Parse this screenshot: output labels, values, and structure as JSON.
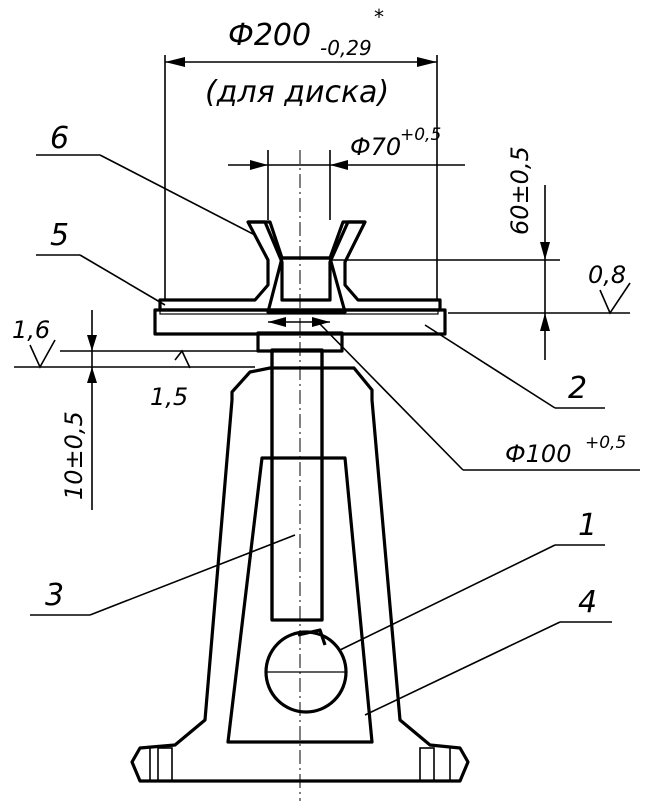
{
  "dimensions": {
    "d200_main": "Ф200",
    "d200_tol": "-0,29",
    "d200_mark": "*",
    "d200_note": "(для диска)",
    "d70_main": "Ф70",
    "d70_tol": "+0,5",
    "h60": "60±0,5",
    "d100_main": "Ф100",
    "d100_tol": "+0,5",
    "h10": "10±0,5"
  },
  "roughness": {
    "r08": "0,8",
    "r16": "1,6",
    "r15": "1,5"
  },
  "parts": {
    "p1": "1",
    "p2": "2",
    "p3": "3",
    "p4": "4",
    "p5": "5",
    "p6": "6"
  }
}
